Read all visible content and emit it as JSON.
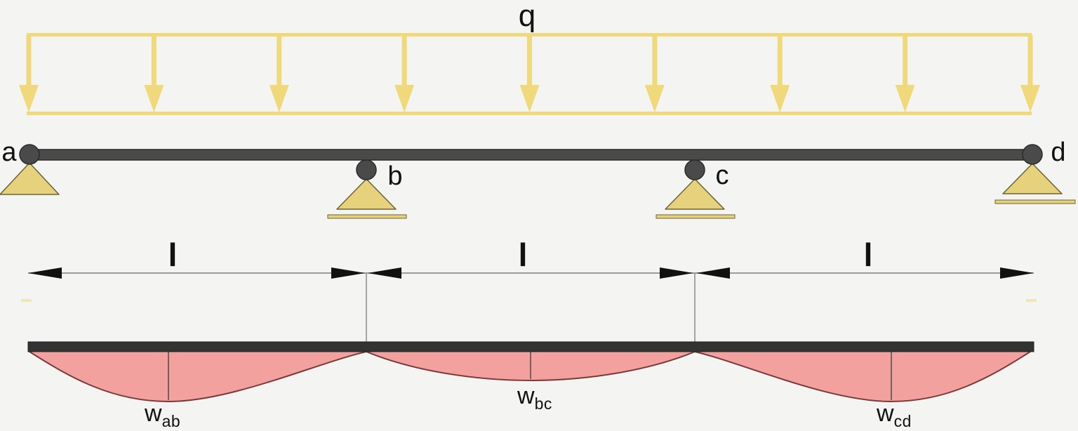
{
  "load": {
    "label": "q",
    "arrow_count": 9
  },
  "supports": [
    {
      "label": "a",
      "type": "pin"
    },
    {
      "label": "b",
      "type": "roller"
    },
    {
      "label": "c",
      "type": "roller"
    },
    {
      "label": "d",
      "type": "roller"
    }
  ],
  "spans": [
    {
      "label": "l"
    },
    {
      "label": "l"
    },
    {
      "label": "l"
    }
  ],
  "deflections": [
    {
      "base": "w",
      "sub": "ab"
    },
    {
      "base": "w",
      "sub": "bc"
    },
    {
      "base": "w",
      "sub": "cd"
    }
  ],
  "colors": {
    "background": "#f4f4f3",
    "load-yellow": "#efd97b",
    "support-fill": "#e6d17c",
    "support-border": "#6b6436",
    "beam-gray": "#4a4a4a",
    "beam-border": "#2b2b2b",
    "defl-bar": "#333333",
    "defl-fill": "#f2a19e",
    "defl-stroke": "#7a3a3a",
    "dim-line": "#9c9c9c",
    "arrow-black": "#111111",
    "text": "#111111"
  }
}
